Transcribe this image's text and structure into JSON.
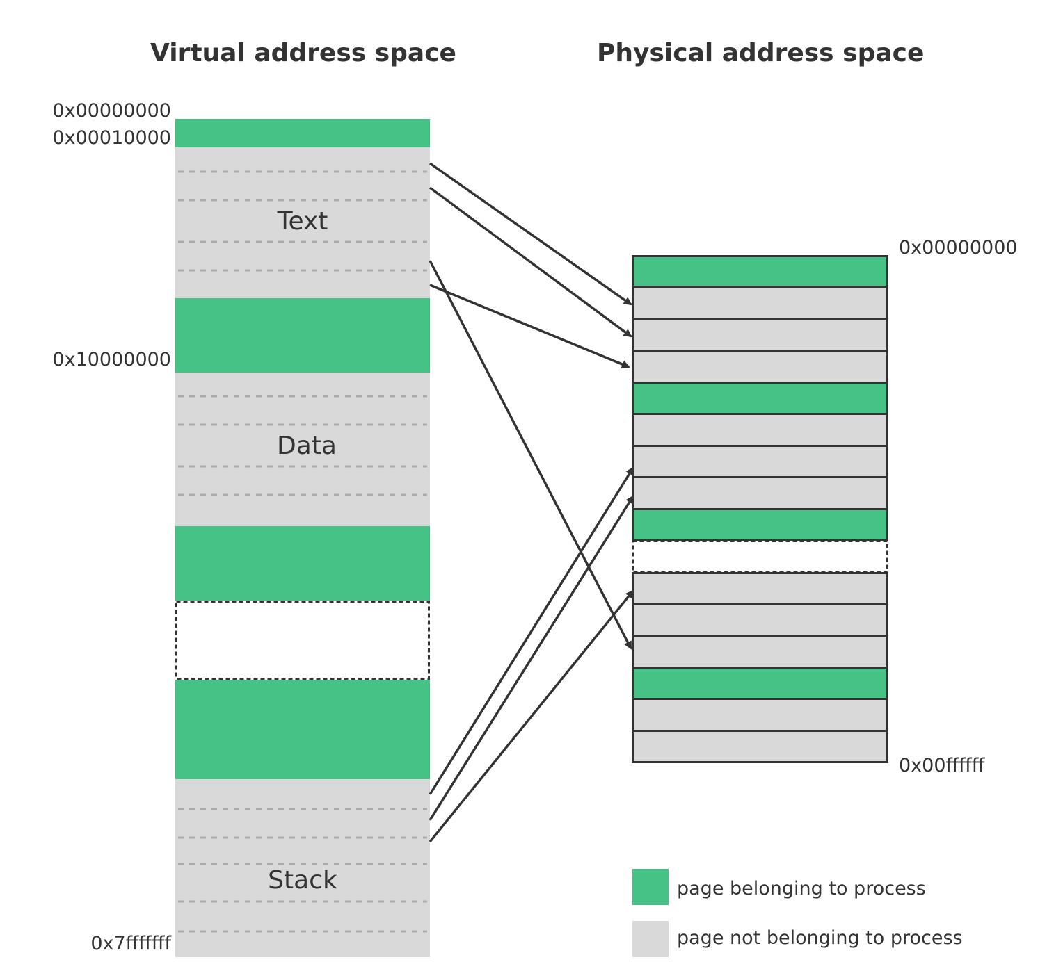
{
  "titles": {
    "virtual": "Virtual address space",
    "physical": "Physical address space"
  },
  "virtual_addresses": {
    "start": "0x00000000",
    "text_start": "0x00010000",
    "data_start": "0x10000000",
    "end": "0x7fffffff"
  },
  "physical_addresses": {
    "start": "0x00000000",
    "end": "0x00ffffff"
  },
  "segments": {
    "text": "Text",
    "data": "Data",
    "stack": "Stack"
  },
  "legend": {
    "owned": "page belonging to process",
    "not_owned": "page not belonging to process"
  },
  "colors": {
    "owned": "#47c286",
    "not_owned": "#d9d9d9",
    "stroke": "#333333",
    "dashed": "#aaaaaa"
  }
}
